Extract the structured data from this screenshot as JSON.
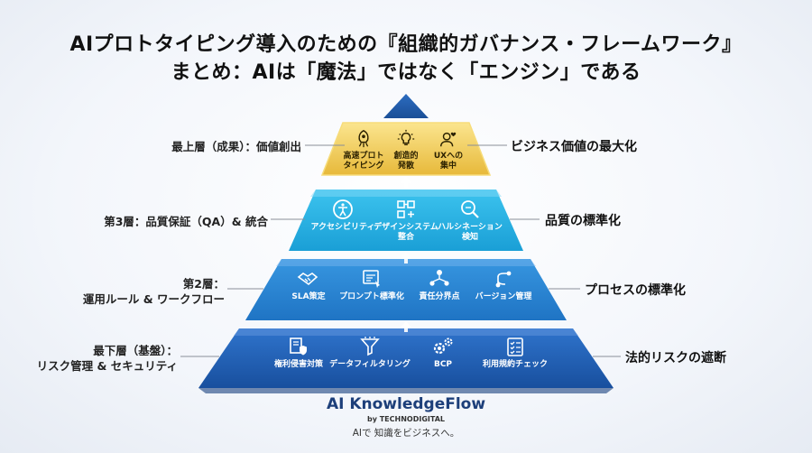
{
  "title": {
    "line1": "AIプロトタイピング導入のための『組織的ガバナンス・フレームワーク』",
    "line2": "まとめ：AIは「魔法」ではなく「エンジン」である"
  },
  "layers": {
    "top": {
      "left_label": "最上層（成果）：価値創出",
      "right_label": "ビジネス価値の最大化",
      "items": [
        {
          "icon": "rocket-icon",
          "label": "高速プロト\nタイピング"
        },
        {
          "icon": "lightbulb-icon",
          "label": "創造的\n発散"
        },
        {
          "icon": "user-heart-icon",
          "label": "UXへの\n集中"
        }
      ]
    },
    "layer3": {
      "left_label": "第3層：品質保証（QA）& 統合",
      "right_label": "品質の標準化",
      "items": [
        {
          "icon": "accessibility-icon",
          "label": "アクセシビリティ"
        },
        {
          "icon": "design-system-icon",
          "label": "デザインシステム\n整合"
        },
        {
          "icon": "magnifier-icon",
          "label": "ハルシネーション\n検知"
        }
      ]
    },
    "layer2": {
      "left_label_1": "第2層：",
      "left_label_2": "運用ルール & ワークフロー",
      "right_label": "プロセスの標準化",
      "items": [
        {
          "icon": "handshake-icon",
          "label": "SLA策定"
        },
        {
          "icon": "prompt-icon",
          "label": "プロンプト標準化"
        },
        {
          "icon": "team-icon",
          "label": "責任分界点"
        },
        {
          "icon": "version-icon",
          "label": "バージョン管理"
        }
      ]
    },
    "bottom": {
      "left_label_1": "最下層（基盤）：",
      "left_label_2": "リスク管理 & セキュリティ",
      "right_label": "法的リスクの遮断",
      "items": [
        {
          "icon": "shield-doc-icon",
          "label": "権利侵害対策"
        },
        {
          "icon": "filter-icon",
          "label": "データフィルタリング"
        },
        {
          "icon": "gears-icon",
          "label": "BCP"
        },
        {
          "icon": "checklist-icon",
          "label": "利用規約チェック"
        }
      ]
    }
  },
  "brand": {
    "name": "AI KnowledgeFlow",
    "by": "by TECHNODIGITAL",
    "tagline": "AIで 知識をビジネスへ。"
  },
  "colors": {
    "top_gold": "#f1cf5b",
    "layer3": "#2bb3e3",
    "layer2": "#2a86d4",
    "bottom": "#1f5fb8"
  }
}
